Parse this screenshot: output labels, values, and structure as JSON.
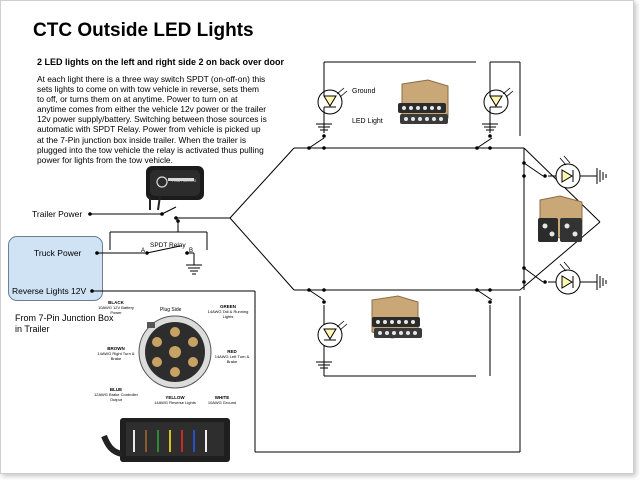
{
  "title": "CTC Outside LED Lights",
  "subtitle": "2 LED lights on the left and right side 2 on back over door",
  "description": "At each light there is a three way switch SPDT (on-off-on) this sets lights to come on with tow vehicle in reverse, sets them to off, or turns them on at anytime.  Power to turn on at anytime comes from either the vehicle 12v power or the trailer 12v power supply/battery.  Switching between those sources is automatic with SPDT Relay.  Power from vehicle is picked up at the 7-Pin junction box inside trailer.  When the trailer is plugged into the tow vehicle the relay is activated thus pulling power for lights from the tow vehicle.",
  "labels": {
    "trailer_power": "Trailer Power",
    "truck_power": "Truck Power",
    "reverse_lights": "Reverse Lights 12V",
    "spdt_relay": "SPDT Relay",
    "relay_a": "A",
    "relay_b": "B",
    "ground": "Ground",
    "led_light": "LED Light",
    "from_junction": "From 7-Pin Junction Box in Trailer"
  },
  "plug": {
    "title": "Plug Side",
    "pins": {
      "black": {
        "color": "BLACK",
        "desc": "10AWG 12V Battery Power"
      },
      "green": {
        "color": "GREEN",
        "desc": "14AWG Tail & Running Lights"
      },
      "brown": {
        "color": "BROWN",
        "desc": "14AWG Right Turn & Brake"
      },
      "red": {
        "color": "RED",
        "desc": "14AWG Left Turn & Brake"
      },
      "blue": {
        "color": "BLUE",
        "desc": "12AWG Brake Controller Output"
      },
      "yellow": {
        "color": "YELLOW",
        "desc": "14AWG Reverse Lights"
      },
      "white": {
        "color": "WHITE",
        "desc": "10AWG Ground"
      }
    }
  },
  "relay_photo": {
    "brand": "FOUR MEGGG"
  },
  "colors": {
    "truck_box_fill": "#cfe3f5",
    "wire": "#000000",
    "led_fill": "#fff9b0",
    "box_tan": "#c9a777"
  }
}
